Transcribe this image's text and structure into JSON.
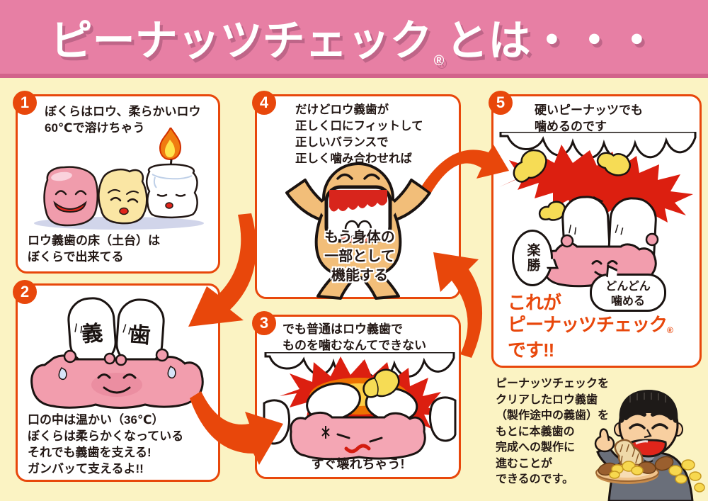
{
  "colors": {
    "bg": "#FBF3C3",
    "header-pink": "#E77FA4",
    "header-pink-dark": "#D2638B",
    "accent": "#E8470B",
    "ink": "#231815",
    "burst-red": "#DC1F10",
    "wax-pink": "#F29DAE",
    "wax-yellow": "#FAE6A4",
    "mascot-orange": "#F2BE79",
    "peanut-yellow": "#F6DC55"
  },
  "header": {
    "title_main": "ピーナッツチェック",
    "registered_mark": "®",
    "title_suffix": "とは・・・"
  },
  "panels": {
    "p1": {
      "number": "1",
      "line1": "ぼくらはロウ、柔らかいロウ",
      "line2": "60℃で溶けちゃう",
      "caption1": "ロウ義歯の床（土台）は",
      "caption2": "ぼくらで出来てる"
    },
    "p2": {
      "number": "2",
      "tooth_left": "義",
      "tooth_right": "歯",
      "line1": "口の中は温かい（36℃）",
      "line2": "ぼくらは柔らかくなっている",
      "line3": "それでも義歯を支える!",
      "line4": "ガンバッて支えるよ!!"
    },
    "p3": {
      "number": "3",
      "line1": "でも普通はロウ義歯で",
      "line2": "ものを噛むなんてできない",
      "caption": "すぐ壊れちゃう!"
    },
    "p4": {
      "number": "4",
      "line1": "だけどロウ義歯が",
      "line2": "正しく口にフィットして",
      "line3": "正しいバランスで",
      "line4": "正しく噛み合わせれば",
      "body1": "もう身体の",
      "body2": "一部として",
      "body3": "機能する"
    },
    "p5": {
      "number": "5",
      "line1": "硬いピーナッツでも",
      "line2": "噛めるのです",
      "bubble_easy": "楽勝",
      "bubble_chew1": "どんどん",
      "bubble_chew2": "噛める",
      "highlight1": "これが",
      "highlight2": "ピーナッツチェック",
      "registered_mark": "®",
      "highlight3": "です!!"
    }
  },
  "footer_note": {
    "line1": "ピーナッツチェックを",
    "line2": "クリアしたロウ義歯",
    "line3": "（製作途中の義歯）を",
    "line4": "もとに本義歯の",
    "line5": "完成への製作に",
    "line6": "進むことが",
    "line7": "できるのです。"
  }
}
